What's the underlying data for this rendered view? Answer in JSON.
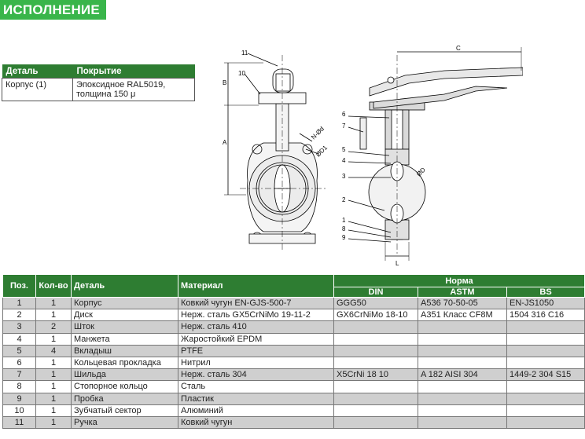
{
  "header": {
    "title": "ИСПОЛНЕНИЕ"
  },
  "coating": {
    "col_part": "Деталь",
    "col_coating": "Покрытие",
    "rows": [
      {
        "part": "Корпус (1)",
        "coating": "Эпоксидное RAL5019, толщина 150 μ"
      }
    ]
  },
  "drawing": {
    "callouts_left": [
      "11",
      "10"
    ],
    "callouts_right": [
      "6",
      "7",
      "5",
      "4",
      "3",
      "2",
      "1",
      "8",
      "9"
    ],
    "dims": {
      "a": "A",
      "b": "B",
      "c": "C",
      "l": "L",
      "od": "ØD",
      "od1": "ØD1",
      "nod": "N-Ød"
    }
  },
  "parts_table": {
    "headers": {
      "pos": "Поз.",
      "qty": "Кол-во",
      "part": "Деталь",
      "material": "Материал",
      "norm": "Норма",
      "din": "DIN",
      "astm": "ASTM",
      "bs": "BS"
    },
    "rows": [
      {
        "pos": "1",
        "qty": "1",
        "part": "Корпус",
        "material": "Ковкий чугун EN-GJS-500-7",
        "din": "GGG50",
        "astm": "A536 70-50-05",
        "bs": "EN-JS1050"
      },
      {
        "pos": "2",
        "qty": "1",
        "part": "Диск",
        "material": "Нерж. сталь  GX5CrNiMo 19-11-2",
        "din": "GX6CrNiMo 18-10",
        "astm": "A351 Класс CF8M",
        "bs": "1504 316 C16"
      },
      {
        "pos": "3",
        "qty": "2",
        "part": "Шток",
        "material": "Нерж. сталь  410",
        "din": "",
        "astm": "",
        "bs": ""
      },
      {
        "pos": "4",
        "qty": "1",
        "part": "Манжета",
        "material": "Жаростойкий EPDM",
        "din": "",
        "astm": "",
        "bs": ""
      },
      {
        "pos": "5",
        "qty": "4",
        "part": "Вкладыш",
        "material": "PTFE",
        "din": "",
        "astm": "",
        "bs": ""
      },
      {
        "pos": "6",
        "qty": "1",
        "part": "Кольцевая прокладка",
        "material": "Нитрил",
        "din": "",
        "astm": "",
        "bs": ""
      },
      {
        "pos": "7",
        "qty": "1",
        "part": "Шильда",
        "material": "Нерж. сталь 304",
        "din": "X5CrNi 18 10",
        "astm": "A 182 AISI 304",
        "bs": "1449-2 304 S15"
      },
      {
        "pos": "8",
        "qty": "1",
        "part": "Стопорное кольцо",
        "material": "Сталь",
        "din": "",
        "astm": "",
        "bs": ""
      },
      {
        "pos": "9",
        "qty": "1",
        "part": "Пробка",
        "material": "Пластик",
        "din": "",
        "astm": "",
        "bs": ""
      },
      {
        "pos": "10",
        "qty": "1",
        "part": "Зубчатый сектор",
        "material": "Алюминий",
        "din": "",
        "astm": "",
        "bs": ""
      },
      {
        "pos": "11",
        "qty": "1",
        "part": "Ручка",
        "material": "Ковкий чугун",
        "din": "",
        "astm": "",
        "bs": ""
      }
    ]
  },
  "colors": {
    "accent": "#39b54a",
    "header_bg": "#2e7d32",
    "row_alt": "#cfcfcf"
  }
}
